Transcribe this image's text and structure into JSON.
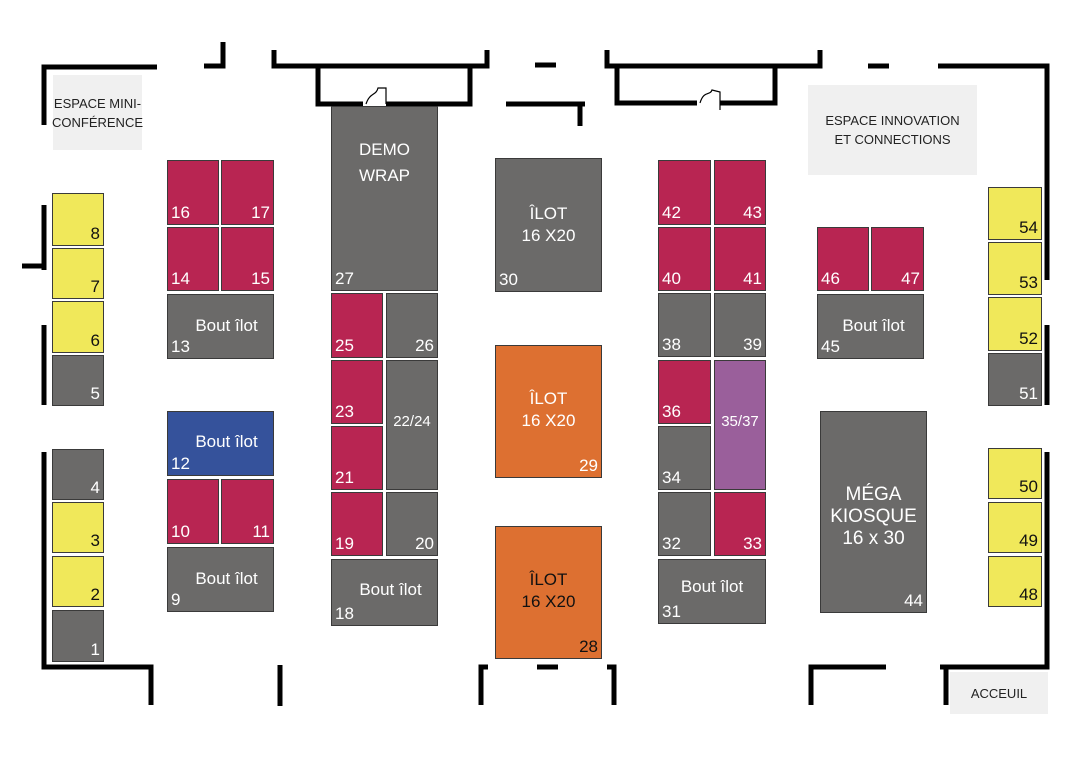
{
  "zones": {
    "mini": "ESPACE MINI-CONFÉRENCE",
    "innovation_1": "ESPACE INNOVATION",
    "innovation_2": "ET CONNECTIONS",
    "accueil": "ACCEUIL"
  },
  "labels": {
    "bout": "Bout îlot",
    "demo": "DEMO WRAP",
    "ilot": "ÎLOT",
    "ilot_size": "16 X20",
    "mega": "MÉGA",
    "kiosque": "KIOSQUE",
    "mega_size": "16 x 30"
  },
  "booths": {
    "b1": "1",
    "b2": "2",
    "b3": "3",
    "b4": "4",
    "b5": "5",
    "b6": "6",
    "b7": "7",
    "b8": "8",
    "b9": "9",
    "b10": "10",
    "b11": "11",
    "b12": "12",
    "b13": "13",
    "b14": "14",
    "b15": "15",
    "b16": "16",
    "b17": "17",
    "b18": "18",
    "b19": "19",
    "b20": "20",
    "b21": "21",
    "b2224": "22/24",
    "b23": "23",
    "b25": "25",
    "b26": "26",
    "b27": "27",
    "b28": "28",
    "b29": "29",
    "b30": "30",
    "b31": "31",
    "b32": "32",
    "b33": "33",
    "b34": "34",
    "b3537": "35/37",
    "b36": "36",
    "b38": "38",
    "b39": "39",
    "b40": "40",
    "b41": "41",
    "b42": "42",
    "b43": "43",
    "b44": "44",
    "b45": "45",
    "b46": "46",
    "b47": "47",
    "b48": "48",
    "b49": "49",
    "b50": "50",
    "b51": "51",
    "b52": "52",
    "b53": "53",
    "b54": "54"
  },
  "colors": {
    "standard": "#6b6a69",
    "premium": "#b82552",
    "wall": "#f0e85a",
    "ilot": "#dd7031",
    "blue": "#35529b",
    "purple": "#9a5f9b"
  }
}
